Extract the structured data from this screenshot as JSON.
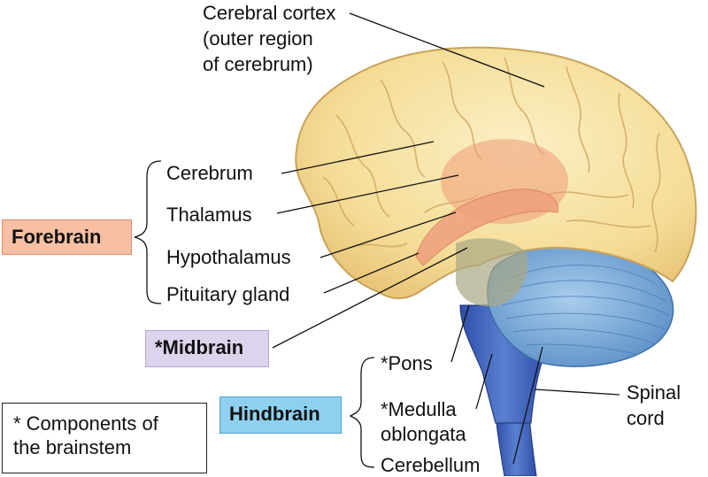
{
  "labels": {
    "cortex_line1": "Cerebral cortex",
    "cortex_line2": "(outer region",
    "cortex_line3": "of cerebrum)",
    "cerebrum": "Cerebrum",
    "thalamus": "Thalamus",
    "hypothalamus": "Hypothalamus",
    "pituitary": "Pituitary gland",
    "pons": "*Pons",
    "medulla_line1": "*Medulla",
    "medulla_line2": "oblongata",
    "cerebellum": "Cerebellum",
    "spinal_line1": "Spinal",
    "spinal_line2": "cord"
  },
  "groups": {
    "forebrain": "Forebrain",
    "midbrain": "*Midbrain",
    "hindbrain": "Hindbrain"
  },
  "legend": {
    "line1": "* Components of",
    "line2": "the brainstem"
  },
  "colors": {
    "cerebrum": "#f7e3a3",
    "cerebrum_sulci": "#c9a35a",
    "thalamus": "#f0a27a",
    "midbrain": "#b7b48a",
    "pons": "#3f5fb0",
    "cerebellum": "#7fb2dc",
    "forebrain_box": "#f8c0a2",
    "midbrain_box": "#ddd3ec",
    "hindbrain_box": "#8fd0ef"
  }
}
